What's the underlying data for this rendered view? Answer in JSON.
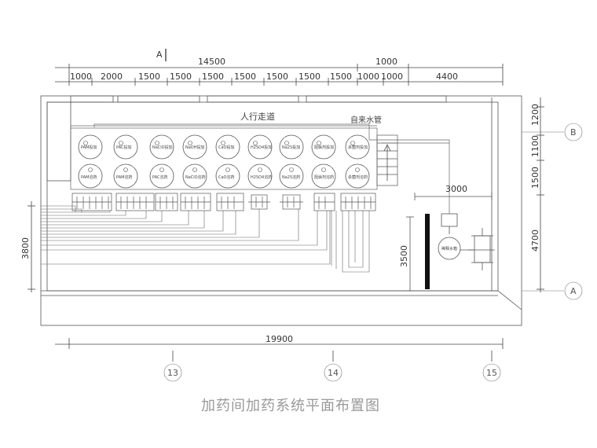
{
  "title": "加药间加药系统平面布置图",
  "section_mark": "A",
  "top_dims": {
    "total": "14500",
    "secondary": "1000",
    "segments": [
      "1000",
      "2000",
      "1500",
      "1500",
      "1500",
      "1500",
      "1500",
      "1500",
      "1500",
      "1000",
      "1000",
      "4400"
    ]
  },
  "bottom_dim": "19900",
  "left_dim": "3800",
  "right_dims": [
    "1200",
    "1100",
    "1500",
    "4700"
  ],
  "inner_dims": {
    "horizontal": "3000",
    "vertical": "3500"
  },
  "walkway_label": "人行走道",
  "water_pipe_label": "自来水管",
  "row_axes": [
    "B",
    "A"
  ],
  "column_axes": [
    "13",
    "14",
    "15"
  ],
  "tank_row1_labels": [
    "PAM投加",
    "PAC投加",
    "NaClO投加",
    "NaOH投加",
    "CaO投加",
    "H2SO4投加",
    "Na2S投加",
    "阻垢剂投加",
    "杀菌剂投加"
  ],
  "tank_row2_labels": [
    "PAM溶药",
    "PAM溶药",
    "PAC溶药",
    "NaClO溶药",
    "CaO溶药",
    "H2SO4溶药",
    "Na2S溶药",
    "阻垢剂溶药",
    "杀菌剂溶药"
  ],
  "equipment_label": "稀释水箱"
}
